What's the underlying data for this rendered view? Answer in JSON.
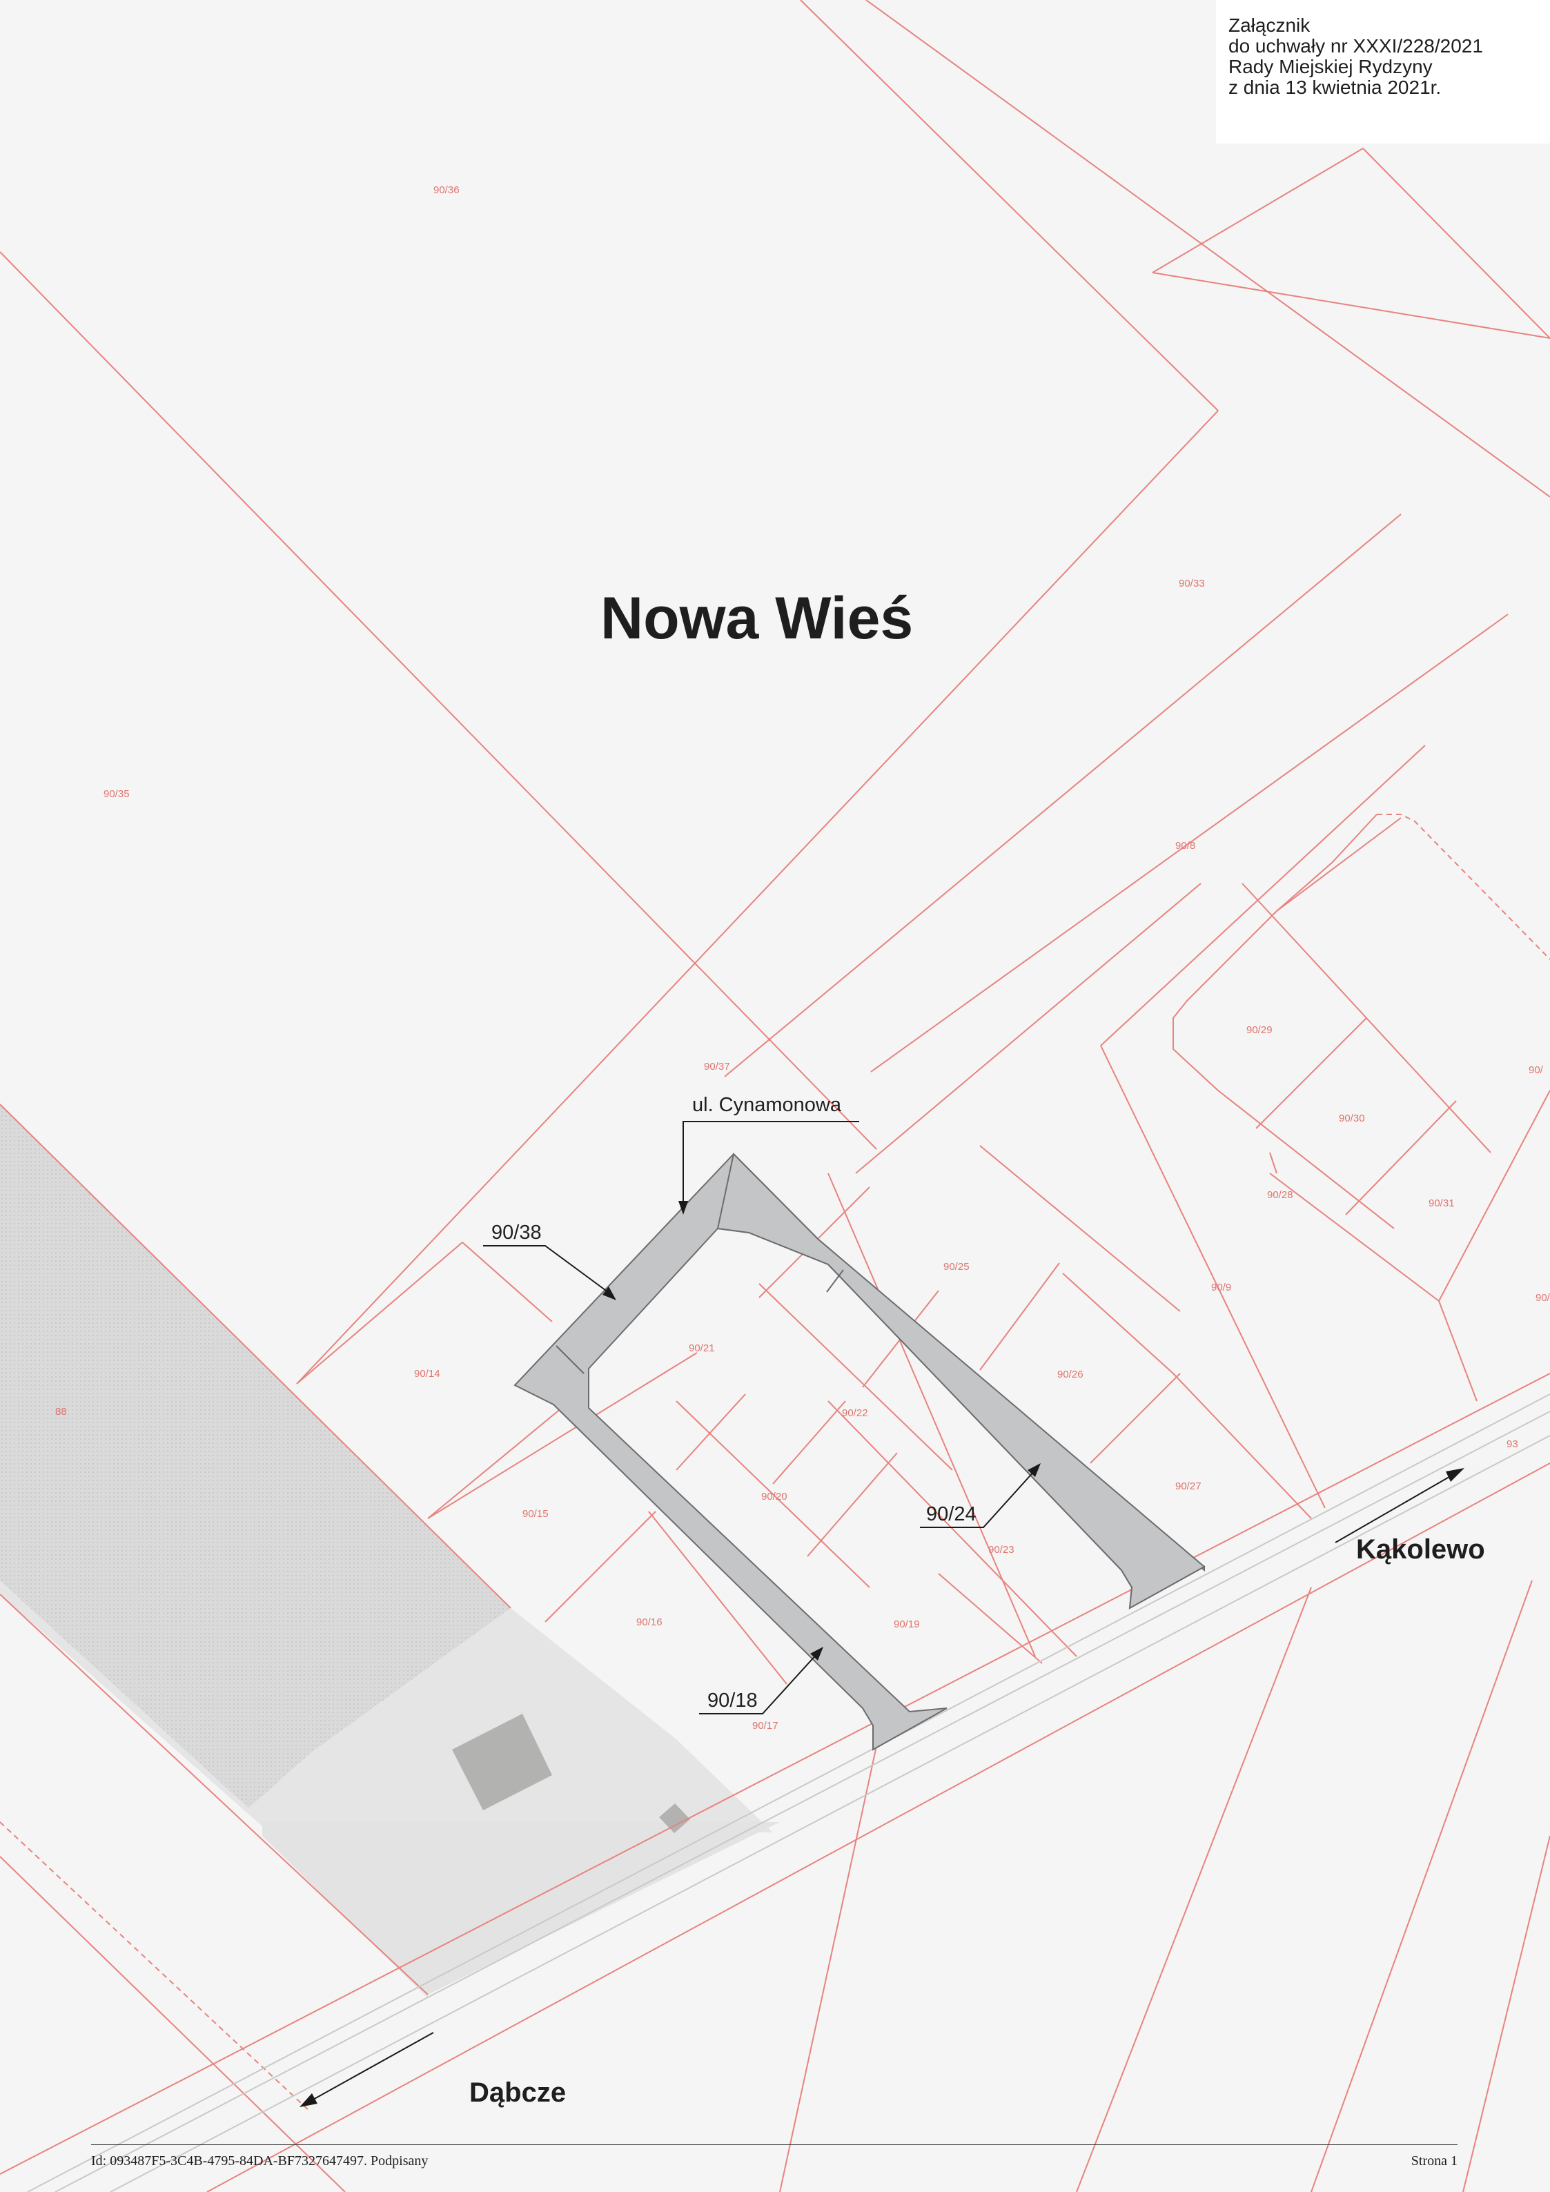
{
  "attachment_note": {
    "line1": "Załącznik",
    "line2": "do uchwały nr XXXI/228/2021",
    "line3": "Rady Miejskiej Rydzyny",
    "line4": "z dnia 13 kwietnia 2021r."
  },
  "places": {
    "village": "Nowa Wieś",
    "direction_east": "Kąkolewo",
    "direction_west": "Dąbcze"
  },
  "callouts": {
    "street": "ul. Cynamonowa",
    "p_90_38": "90/38",
    "p_90_24": "90/24",
    "p_90_18": "90/18"
  },
  "parcels": [
    "90/36",
    "90/33",
    "90/35",
    "90/8",
    "90/37",
    "90/29",
    "90/30",
    "90/28",
    "90/31",
    "90/25",
    "90/9",
    "90/21",
    "90/14",
    "90/22",
    "90/26",
    "90/20",
    "90/15",
    "90/27",
    "90/23",
    "90/19",
    "90/16",
    "90/17",
    "88",
    "93",
    "90/",
    "90/"
  ],
  "footer": {
    "document_id": "Id: 093487F5-3C4B-4795-84DA-BF7327647497. Podpisany",
    "page": "Strona 1"
  },
  "colors": {
    "parcel_lines": "#e8837f",
    "road_fill": "#c4c5c7",
    "background": "#f4f5f4"
  }
}
